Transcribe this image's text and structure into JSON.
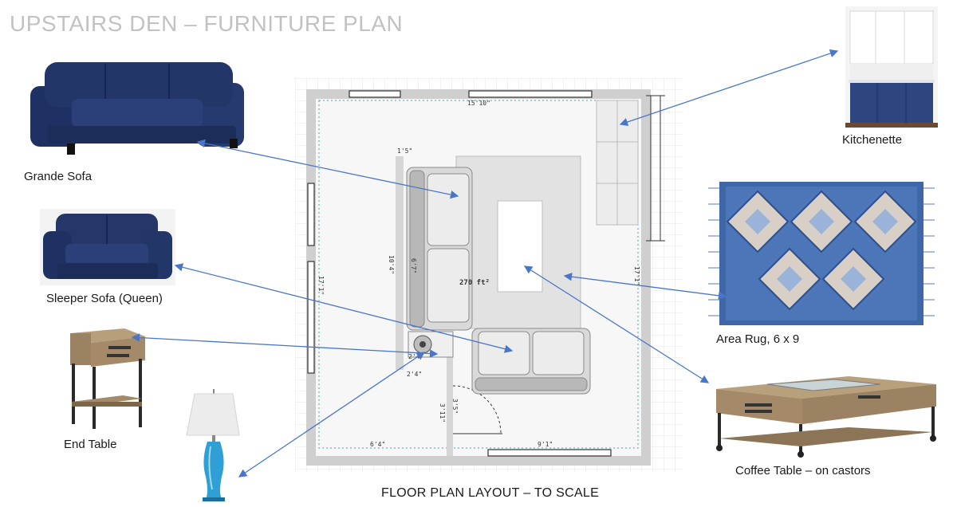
{
  "title": "UPSTAIRS DEN – FURNITURE PLAN",
  "caption": "FLOOR PLAN LAYOUT – TO SCALE",
  "items": {
    "grande_sofa": "Grande Sofa",
    "sleeper_sofa": "Sleeper Sofa (Queen)",
    "end_table": "End Table",
    "kitchenette": "Kitchenette",
    "area_rug": "Area Rug, 6 x 9",
    "coffee_table": "Coffee Table – on castors"
  },
  "plan": {
    "area": "270 ft²",
    "dim_top": "15'10\"",
    "dim_left": "17'1\"",
    "dim_right": "17'1\"",
    "dim_bottom_left": "6'4\"",
    "dim_bottom_right": "9'1\"",
    "dim_alcove_top": "1'5\"",
    "dim_alcove_side": "10'4\"",
    "dim_sofa_side": "6'7\"",
    "dim_lamp": "2'4\"",
    "dim_step_w": "2'4\"",
    "dim_step_h1": "3'11\"",
    "dim_step_h2": "3'5\""
  },
  "colors": {
    "arrow": "#4a76c9",
    "navy": "#1e2f5e",
    "wall": "#cfcfcf",
    "wood": "#a48a68",
    "rug_blue": "#3f67a8",
    "lamp_blue": "#2f9fd6"
  }
}
